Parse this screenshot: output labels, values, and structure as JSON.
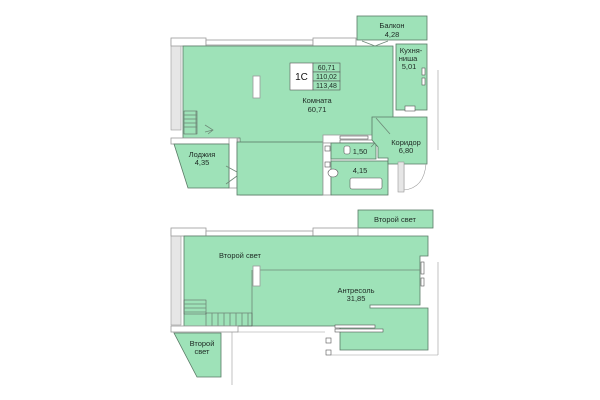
{
  "colors": {
    "room_fill": "#9ee2b8",
    "wall": "#ffffff",
    "outline": "#5a7a66"
  },
  "upper_plan": {
    "badge": {
      "code": "1С",
      "values": [
        "60,71",
        "110,02",
        "113,48"
      ]
    },
    "rooms": {
      "balcony": {
        "name": "Балкон",
        "area": "4,28"
      },
      "kitchen": {
        "name_line1": "Кухня-",
        "name_line2": "ниша",
        "area": "5,01"
      },
      "main_room": {
        "name": "Комната",
        "area": "60,71"
      },
      "corridor": {
        "name": "Коридор",
        "area": "6,80"
      },
      "loggia": {
        "name": "Лоджия",
        "area": "4,35"
      },
      "wc": {
        "area": "1,50"
      },
      "bathroom": {
        "area": "4,15"
      }
    }
  },
  "lower_plan": {
    "rooms": {
      "second_light_top": {
        "name": "Второй свет"
      },
      "second_light_main": {
        "name": "Второй свет"
      },
      "mezzanine": {
        "name": "Антресоль",
        "area": "31,85"
      },
      "second_light_loggia": {
        "name_line1": "Второй",
        "name_line2": "свет"
      }
    }
  }
}
